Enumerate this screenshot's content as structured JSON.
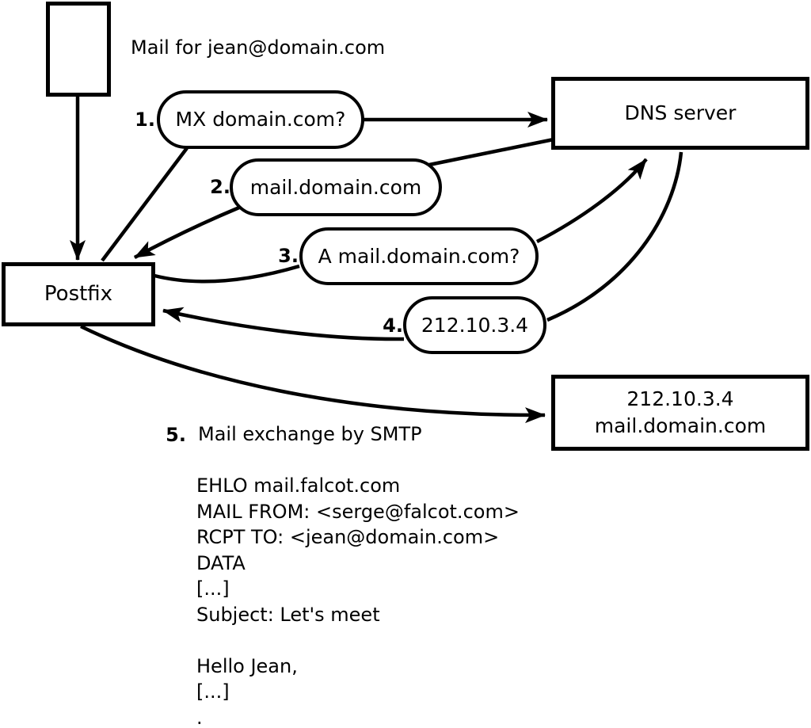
{
  "diagram": {
    "title_label": "Mail for jean@domain.com",
    "nodes": {
      "postfix": "Postfix",
      "dns": "DNS server",
      "mailserver": {
        "line1": "212.10.3.4",
        "line2": "mail.domain.com"
      }
    },
    "steps": [
      {
        "num": "1.",
        "label": "MX domain.com?"
      },
      {
        "num": "2.",
        "label": "mail.domain.com"
      },
      {
        "num": "3.",
        "label": "A mail.domain.com?"
      },
      {
        "num": "4.",
        "label": "212.10.3.4"
      },
      {
        "num": "5.",
        "label": "Mail exchange by SMTP"
      }
    ],
    "smtp_session": {
      "lines": [
        "EHLO mail.falcot.com",
        "MAIL FROM: <serge@falcot.com>",
        "RCPT TO: <jean@domain.com>",
        "DATA",
        "[...]",
        "Subject: Let's meet",
        "",
        "Hello Jean,",
        "[...]",
        "."
      ]
    },
    "colors": {
      "stroke": "#000000",
      "background": "#ffffff"
    }
  }
}
